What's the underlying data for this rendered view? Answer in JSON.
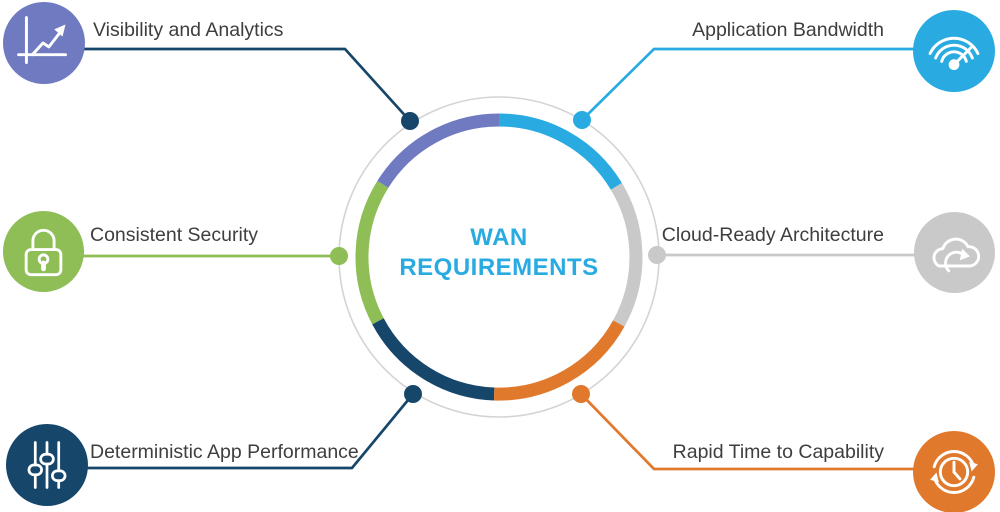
{
  "background_color": "#FFFFFF",
  "title": {
    "line1": "WAN",
    "line2": "REQUIREMENTS",
    "color": "#29ABE2"
  },
  "label_color": "#3E3E3E",
  "icon_stroke_color": "#FFFFFF",
  "ring": {
    "outer_circle_color": "#D4D4D4",
    "segments": [
      {
        "node": "application-bandwidth",
        "color": "#29ABE2"
      },
      {
        "node": "visibility-and-analytics",
        "color": "#6F7AC0"
      },
      {
        "node": "consistent-security",
        "color": "#8EBE55"
      },
      {
        "node": "deterministic-app-performance",
        "color": "#17466B"
      },
      {
        "node": "rapid-time-to-capability",
        "color": "#E1792C"
      },
      {
        "node": "cloud-ready-architecture",
        "color": "#C9C9C9"
      }
    ]
  },
  "nodes": [
    {
      "id": "visibility-and-analytics",
      "label": "Visibility and Analytics",
      "icon": "line-chart-icon",
      "circle_color": "#6F7AC0",
      "connector_color": "#17466B",
      "position": "top-left"
    },
    {
      "id": "application-bandwidth",
      "label": "Application Bandwidth",
      "icon": "wifi-speedometer-icon",
      "circle_color": "#29ABE2",
      "connector_color": "#29ABE2",
      "position": "top-right"
    },
    {
      "id": "consistent-security",
      "label": "Consistent Security",
      "icon": "padlock-icon",
      "circle_color": "#8EBE55",
      "connector_color": "#8EBE55",
      "position": "middle-left"
    },
    {
      "id": "cloud-ready-architecture",
      "label": "Cloud-Ready Architecture",
      "icon": "cloud-sync-icon",
      "circle_color": "#C9C9C9",
      "connector_color": "#C9C9C9",
      "position": "middle-right"
    },
    {
      "id": "deterministic-app-performance",
      "label": "Deterministic App Performance",
      "icon": "sliders-icon",
      "circle_color": "#17466B",
      "connector_color": "#17466B",
      "position": "bottom-left"
    },
    {
      "id": "rapid-time-to-capability",
      "label": "Rapid Time to Capability",
      "icon": "clock-refresh-icon",
      "circle_color": "#E1792C",
      "connector_color": "#E1792C",
      "position": "bottom-right"
    }
  ]
}
